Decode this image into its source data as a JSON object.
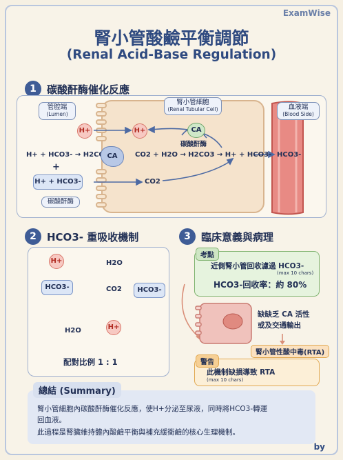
{
  "brand": "ExamWise",
  "title": "腎小管酸鹼平衡調節",
  "subtitle": "(Renal Acid-Base Regulation)",
  "section1": {
    "number": "1",
    "title": "碳酸酐酶催化反應",
    "lumen_label": "管腔端",
    "lumen_sub": "(Lumen)",
    "cell_label": "腎小管細胞",
    "cell_sub": "(Renal Tubular Cell)",
    "blood_label": "血液端",
    "blood_sub": "(Blood Side)",
    "h_plus": "H+",
    "eq_left": "H+ + HCO3- → H2CO3",
    "ca": "CA",
    "plus": "+",
    "h_plus_hco3": "H+ + HCO3-",
    "enzyme_label": "碳酸酐酶",
    "co2_h2o": "CO2 + H2O → H2CO3 → H+ + HCO3-",
    "co2": "CO2",
    "hco3_out": "HCO3-"
  },
  "section2": {
    "number": "2",
    "title": "HCO3- 重吸收機制",
    "h_plus": "H+",
    "hco3": "HCO3-",
    "h2o": "H2O",
    "co2": "CO2",
    "ratio": "配對比例 1 : 1"
  },
  "section3": {
    "number": "3",
    "title": "臨床意義與病理",
    "key_tag": "考點",
    "key_line1": "近側腎小管回收濾過 HCO3-",
    "key_note": "(max 10 chars)",
    "key_line2": "HCO3-回收率：約 80%",
    "deficit_line1": "缺缺乏 CA 活性",
    "deficit_line2": "或及交通輸出",
    "rta_label": "腎小管性酸中毒(RTA)",
    "warn_tag": "警告",
    "warn_line": "此機制缺損導致 RTA",
    "warn_note": "(max 10 chars)"
  },
  "summary": {
    "title": "總結 (Summary)",
    "line1": "腎小管細胞內碳酸酐酶催化反應，使H+分泌至尿液，同時將HCO3-轉運",
    "line2": "回血液。",
    "line3": "此過程是腎臟維持體內酸鹼平衡與補充緩衝鹼的核心生理機制。"
  },
  "footer": {
    "by": "by"
  }
}
